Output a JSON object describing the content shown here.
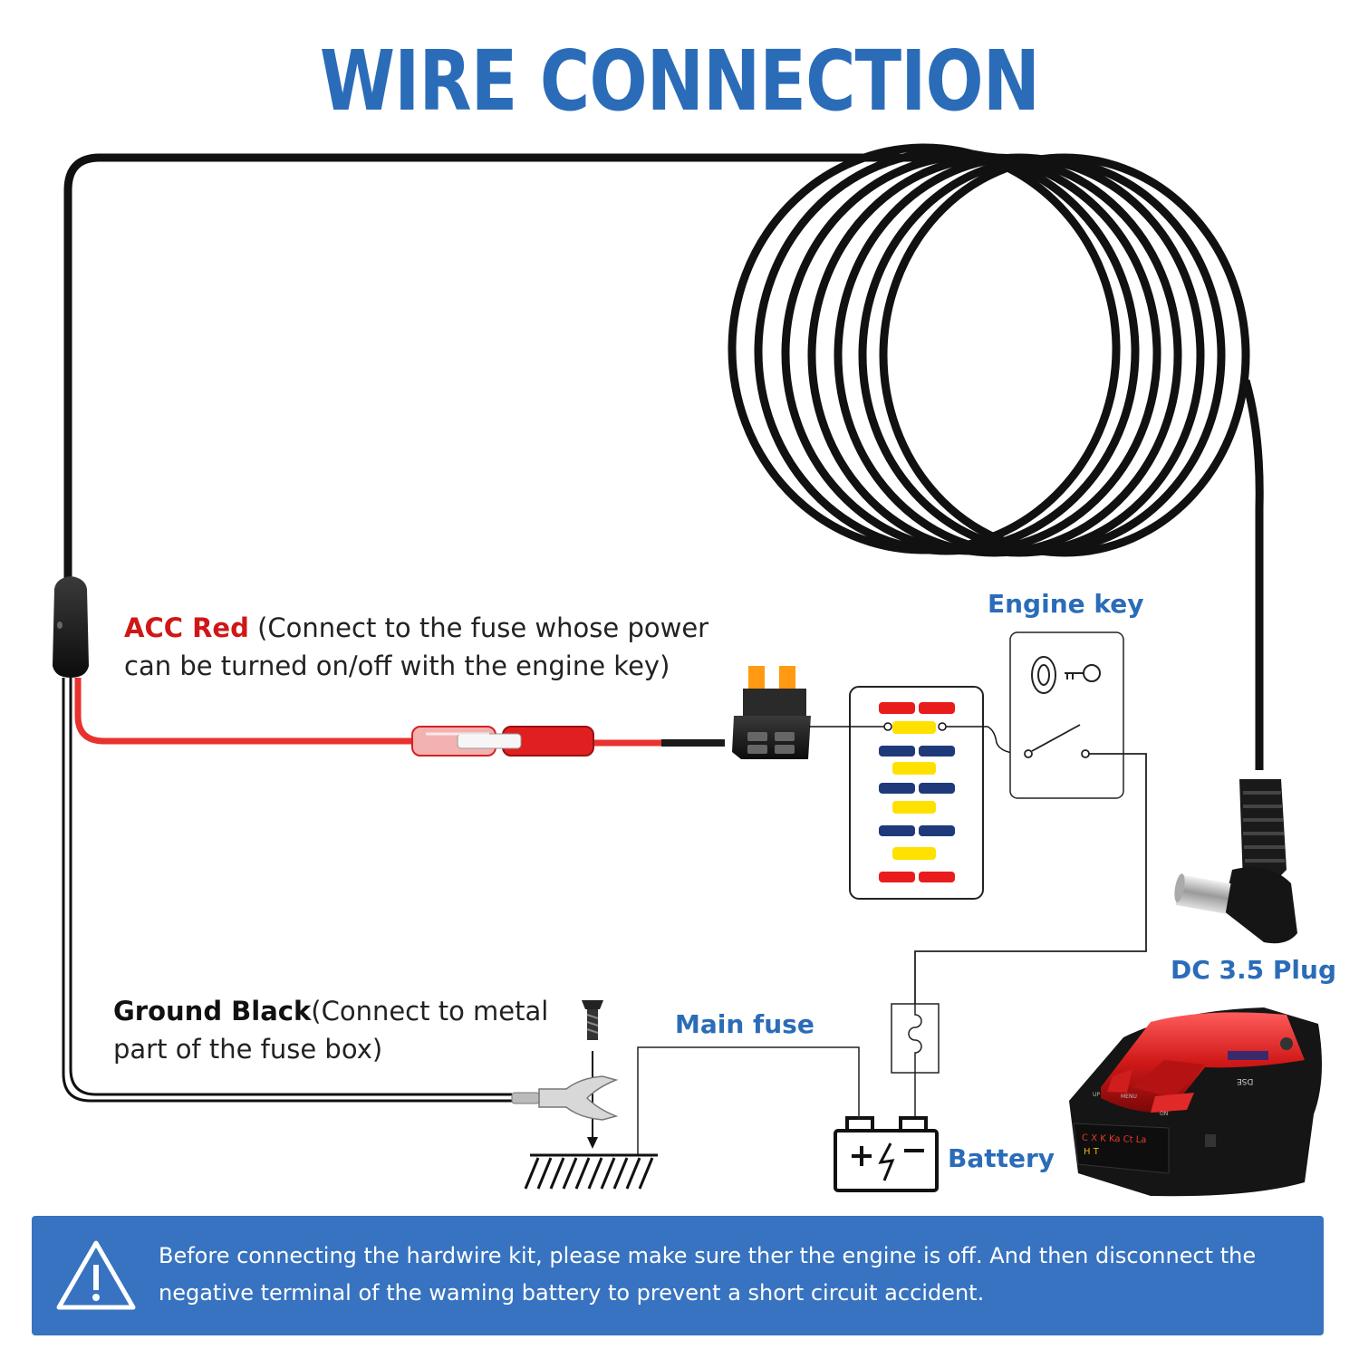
{
  "title": "WIRE CONNECTION",
  "labels": {
    "acc_red": "ACC Red",
    "acc_desc": "(Connect to the fuse whose power can be turned on/off with the engine key)",
    "ground_black": "Ground Black",
    "ground_desc": "(Connect to metal part of the fuse box)",
    "engine_key": "Engine key",
    "dc_plug": "DC 3.5 Plug",
    "main_fuse": "Main fuse",
    "battery": "Battery"
  },
  "device": {
    "display_line1": "C X K Ka Ct La",
    "display_line2": "H T",
    "button_up": "UP",
    "button_menu": "MENU",
    "button_on": "ON",
    "badge": "DSE"
  },
  "warning": {
    "text": "Before connecting the hardwire kit, please make sure ther the engine is off. And then disconnect the negative terminal of the waming battery to prevent a short circuit accident."
  },
  "colors": {
    "title_blue": "#2b6cb8",
    "acc_red": "#d01717",
    "wire_black": "#111111",
    "wire_red": "#e8322e",
    "banner_blue": "#3773c0",
    "fuse_red": "#e81c1c",
    "fuse_yellow": "#ffe100",
    "fuse_navy": "#1f3a7a"
  },
  "icons": [
    "warning-triangle-icon",
    "key-icon",
    "battery-icon",
    "screw-icon",
    "ground-icon",
    "fuse-symbol-icon",
    "switch-icon"
  ]
}
